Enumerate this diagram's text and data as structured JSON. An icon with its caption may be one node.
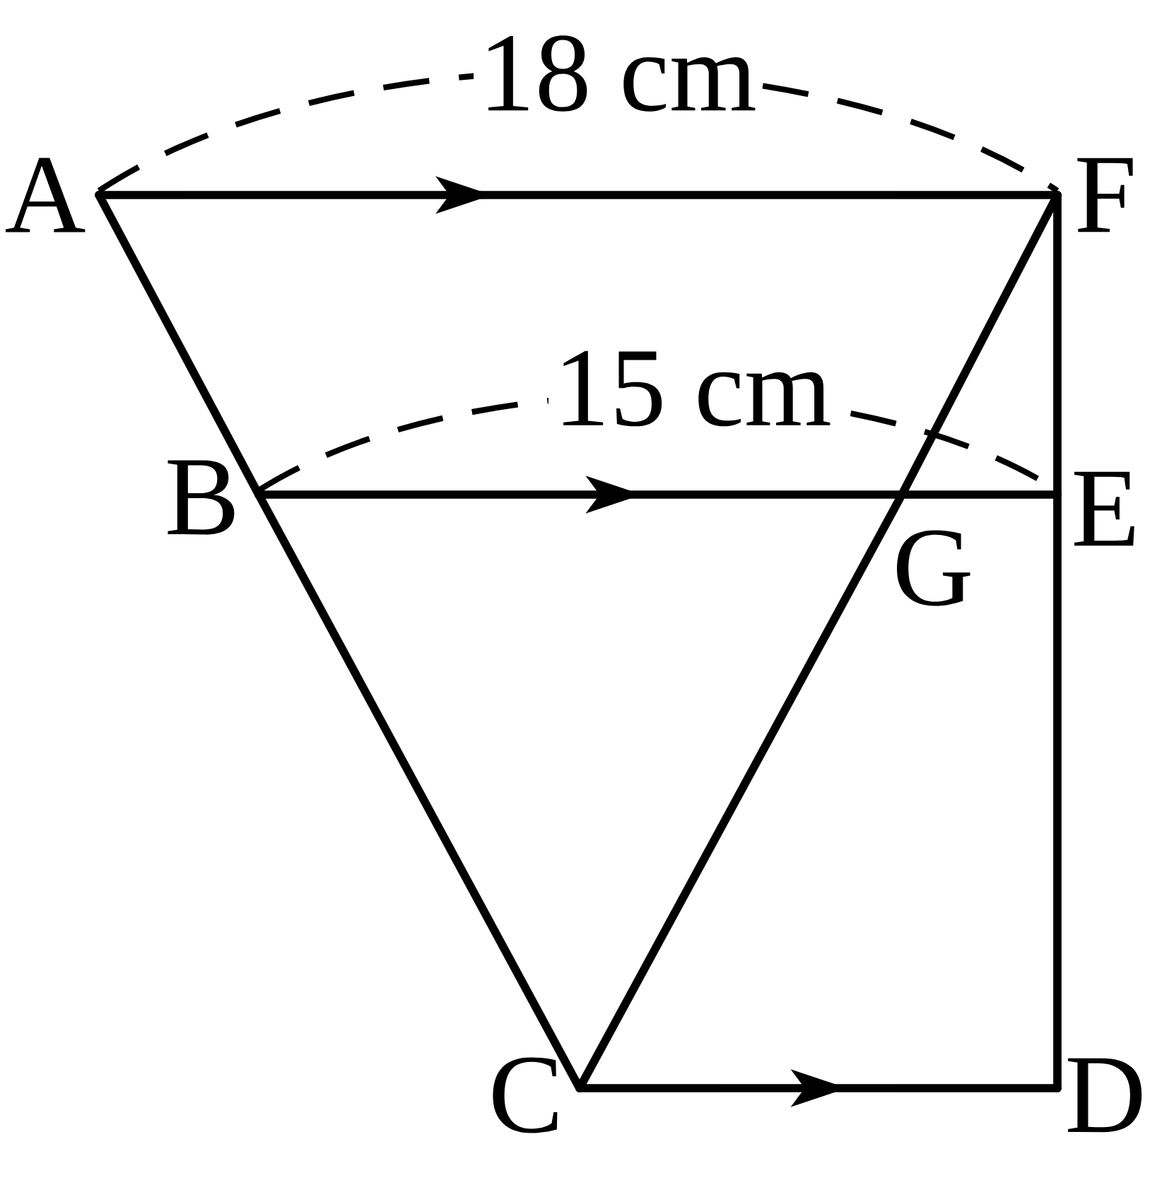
{
  "diagram": {
    "nodes": [
      {
        "text": [
          "A"
        ]
      },
      {
        "text": [
          "F"
        ]
      },
      {
        "text": [
          "B"
        ]
      },
      {
        "text": [
          "E"
        ]
      },
      {
        "text": [
          "G"
        ]
      },
      {
        "text": [
          "C"
        ]
      },
      {
        "text": [
          "D"
        ]
      }
    ],
    "edges": [
      {
        "from": 0,
        "to": 1,
        "arrow": "to"
      },
      {
        "from": 2,
        "to": 3,
        "arrow": "to"
      },
      {
        "from": 5,
        "to": 6,
        "arrow": "to"
      },
      {
        "from": 0,
        "to": 2,
        "arrow": "none"
      },
      {
        "from": 2,
        "to": 5,
        "arrow": "none"
      },
      {
        "from": 1,
        "to": 4,
        "arrow": "none"
      },
      {
        "from": 4,
        "to": 5,
        "arrow": "none"
      },
      {
        "from": 1,
        "to": 3,
        "arrow": "none"
      },
      {
        "from": 3,
        "to": 6,
        "arrow": "none"
      }
    ],
    "labels": [
      "18 cm",
      "15 cm"
    ]
  }
}
